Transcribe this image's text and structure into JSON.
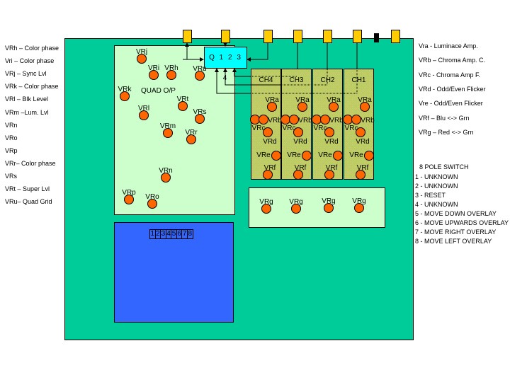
{
  "left_legend": [
    "VRh – Color phase",
    "Vri   – Color phase",
    "VRj –  Sync Lvl",
    "VRk – Color phase",
    "VRl –  Blk Level",
    "VRm –Lum. Lvl",
    "VRn",
    "VRo",
    "VRp",
    "VRr– Color phase",
    "VRs",
    "VRt – Super Lvl",
    "VRu– Quad Grid"
  ],
  "right_legend": [
    "Vra  - Luminace Amp.",
    "VRb – Chroma Amp. C.",
    "VRc  - Chroma Amp F.",
    "VRd  - Odd/Even Flicker",
    "Vre   - Odd/Even Flicker",
    "VRf  – Blu <-> Grn",
    "VRg – Red <-> Grn"
  ],
  "switch": {
    "title": "8 POLE SWITCH",
    "items": [
      "1 -  UNKNOWN",
      "2 -  UNKNOWN",
      "3 -  RESET",
      "4 -  UNKNOWN",
      "5 -  MOVE DOWN OVERLAY",
      "6 -  MOVE UPWARDS OVERLAY",
      "7 -  MOVE RIGHT OVERLAY",
      "8 -  MOVE LEFT OVERLAY"
    ]
  },
  "quad": {
    "label": "QUAD O/P",
    "pots": [
      "VRj",
      "VRi",
      "VRh",
      "VRu",
      "VRk",
      "VRl",
      "VRt",
      "VRs",
      "VRm",
      "VRr",
      "VRn",
      "VRp",
      "VRo"
    ]
  },
  "selector": {
    "label": "Q 1 2 3 4"
  },
  "channels": [
    {
      "name": "CH4"
    },
    {
      "name": "CH3"
    },
    {
      "name": "CH2"
    },
    {
      "name": "CH1"
    }
  ],
  "channel_pots": {
    "a": "VRa",
    "b": "VRb",
    "c": "VRc",
    "d": "VRd",
    "e": "VRe",
    "f": "VRf"
  },
  "g_pots": [
    "VRg",
    "VRg",
    "VRg",
    "VRg"
  ],
  "dip_labels": [
    "1",
    "2",
    "3",
    "4",
    "5",
    "6",
    "7",
    "8"
  ],
  "colors": {
    "board": "#00CC99",
    "connector": "#FFCC00",
    "panel": "#CCFFCC",
    "pot": "#FF6600",
    "selector": "#00FFFF",
    "switch_area": "#3366FF"
  }
}
